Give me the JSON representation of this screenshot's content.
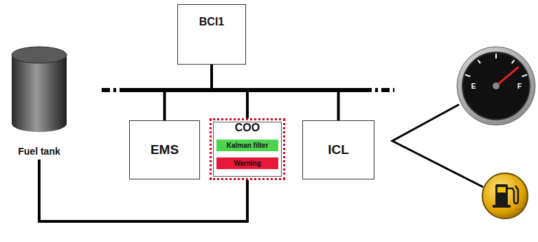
{
  "diagram": {
    "nodes": [
      {
        "text": [
          "BCI1"
        ]
      },
      {
        "text": [
          "Fuel tank"
        ]
      },
      {
        "text": [
          "EMS"
        ]
      },
      {
        "text": [
          "COO"
        ]
      },
      {
        "text": [
          "Kalman filter"
        ],
        "in": 3
      },
      {
        "text": [
          "Warning"
        ],
        "in": 3
      },
      {
        "text": [
          "ICL"
        ]
      }
    ],
    "edges": [
      {
        "from": 0,
        "to": 2,
        "arrow": "none"
      },
      {
        "from": 0,
        "to": 3,
        "arrow": "none"
      },
      {
        "from": 0,
        "to": 6,
        "arrow": "none"
      },
      {
        "from": 1,
        "to": 3,
        "arrow": "none"
      }
    ],
    "labels": [
      "E",
      "F"
    ]
  }
}
